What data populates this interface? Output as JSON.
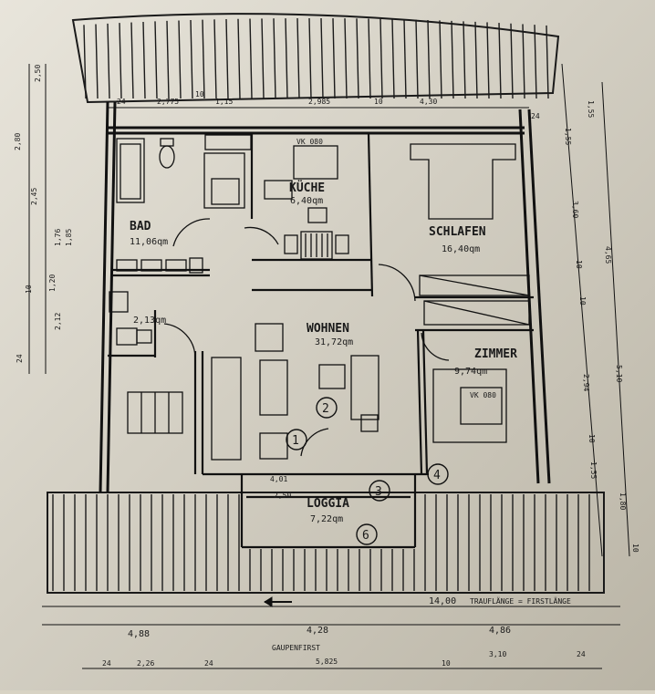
{
  "rooms": {
    "bad": {
      "name": "BAD",
      "area": "11,06qm"
    },
    "kueche": {
      "name": "KÜCHE",
      "area": "6,40qm"
    },
    "schlafen": {
      "name": "SCHLAFEN",
      "area": "16,40qm"
    },
    "wohnen": {
      "name": "WOHNEN",
      "area": "31,72qm"
    },
    "zimmer": {
      "name": "ZIMMER",
      "area": "9,74qm"
    },
    "loggia": {
      "name": "LOGGIA",
      "area": "7,22qm"
    },
    "wc": {
      "area": "2,13qm"
    }
  },
  "markers": {
    "m1": "1",
    "m2": "2",
    "m3": "3",
    "m4": "4",
    "m6": "6"
  },
  "vk_labels": {
    "kueche": "VK 080",
    "zimmer": "VK 080"
  },
  "dims_top": {
    "d1": "24",
    "d2": "2,775",
    "d3": "10",
    "d4": "1,15",
    "d5": "2,985",
    "d6": "10",
    "d7": "4,30",
    "d8": "24"
  },
  "dims_bottom": {
    "total": "14,00",
    "total_note": "TRAUFLÄNGE = FIRSTLÄNGE",
    "seg1": "4,88",
    "seg2": "4,28",
    "seg3": "4,86",
    "gable_note": "GAUPENFIRST",
    "gable_width": "5,825",
    "s1": "24",
    "s2": "2,26",
    "s3": "24",
    "s4": "10",
    "s5": "3,10",
    "s6": "24"
  },
  "dims_right": {
    "r1": "1,55",
    "r2": "1,55",
    "r3": "3,60",
    "r4": "4,65",
    "r5": "10",
    "r6": "10",
    "r7": "2,94",
    "r8": "5,10",
    "r9": "10",
    "r10": "1,55",
    "r11": "1,80",
    "r12": "10"
  },
  "dims_left": {
    "l1": "2,50",
    "l2": "2,80",
    "l3": "2,45",
    "l4": "1,76",
    "l5": "1,85",
    "l6": "10",
    "l7": "1,20",
    "l8": "24",
    "l9": "2,12"
  },
  "wohnen_dims": {
    "w1": "4,01",
    "w2": "2,50"
  }
}
